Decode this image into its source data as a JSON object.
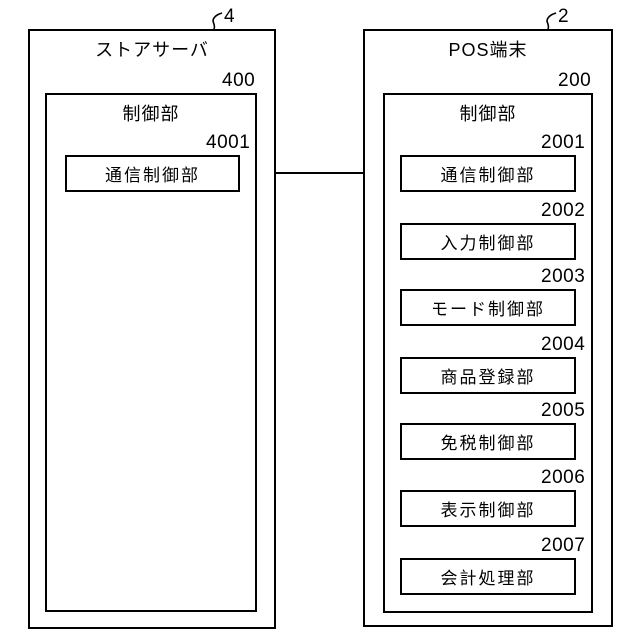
{
  "diagram": {
    "left_block": {
      "ref": "4",
      "title": "ストアサーバ",
      "control_unit": {
        "ref": "400",
        "title": "制御部",
        "modules": [
          {
            "ref": "4001",
            "label": "通信制御部"
          }
        ]
      }
    },
    "right_block": {
      "ref": "2",
      "title": "POS端末",
      "control_unit": {
        "ref": "200",
        "title": "制御部",
        "modules": [
          {
            "ref": "2001",
            "label": "通信制御部"
          },
          {
            "ref": "2002",
            "label": "入力制御部"
          },
          {
            "ref": "2003",
            "label": "モード制御部"
          },
          {
            "ref": "2004",
            "label": "商品登録部"
          },
          {
            "ref": "2005",
            "label": "免税制御部"
          },
          {
            "ref": "2006",
            "label": "表示制御部"
          },
          {
            "ref": "2007",
            "label": "会計処理部"
          }
        ]
      }
    },
    "connector": {
      "type": "bidirectional-arrow"
    },
    "colors": {
      "line": "#000000",
      "background": "#ffffff"
    }
  }
}
